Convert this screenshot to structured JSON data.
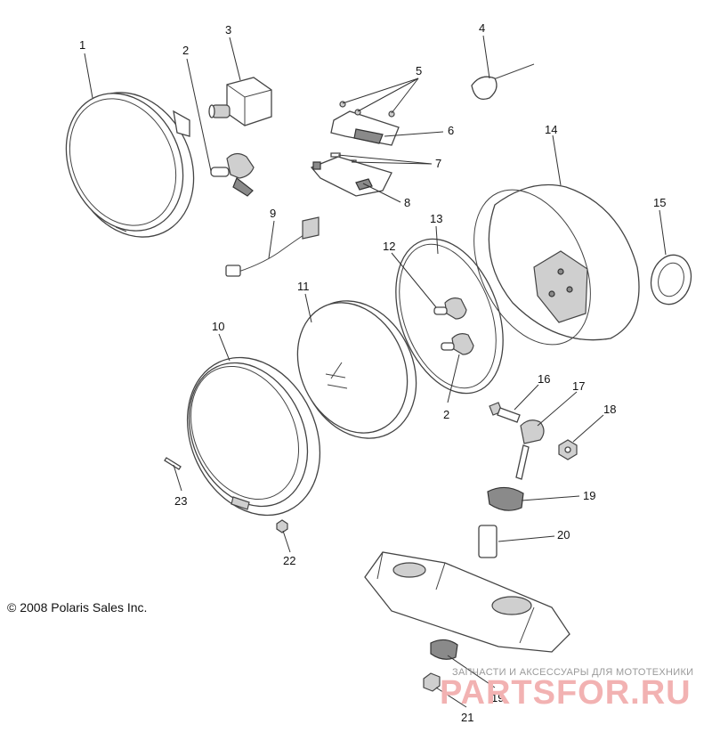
{
  "callouts": [
    {
      "id": "1",
      "label": "1"
    },
    {
      "id": "2a",
      "label": "2"
    },
    {
      "id": "3",
      "label": "3"
    },
    {
      "id": "4",
      "label": "4"
    },
    {
      "id": "5",
      "label": "5"
    },
    {
      "id": "6",
      "label": "6"
    },
    {
      "id": "7",
      "label": "7"
    },
    {
      "id": "8",
      "label": "8"
    },
    {
      "id": "9",
      "label": "9"
    },
    {
      "id": "10",
      "label": "10"
    },
    {
      "id": "11",
      "label": "11"
    },
    {
      "id": "12",
      "label": "12"
    },
    {
      "id": "13",
      "label": "13"
    },
    {
      "id": "14",
      "label": "14"
    },
    {
      "id": "15",
      "label": "15"
    },
    {
      "id": "16",
      "label": "16"
    },
    {
      "id": "17",
      "label": "17"
    },
    {
      "id": "18",
      "label": "18"
    },
    {
      "id": "19a",
      "label": "19"
    },
    {
      "id": "20",
      "label": "20"
    },
    {
      "id": "2b",
      "label": "2"
    },
    {
      "id": "23",
      "label": "23"
    },
    {
      "id": "22",
      "label": "22"
    },
    {
      "id": "19b",
      "label": "19"
    },
    {
      "id": "21",
      "label": "21"
    }
  ],
  "copyright": "© 2008 Polaris Sales Inc.",
  "watermark": {
    "tagline": "ЗАПЧАСТИ И АКСЕССУАРЫ ДЛЯ МОТОТЕХНИКИ",
    "logo": "PARTSFOR.RU"
  }
}
